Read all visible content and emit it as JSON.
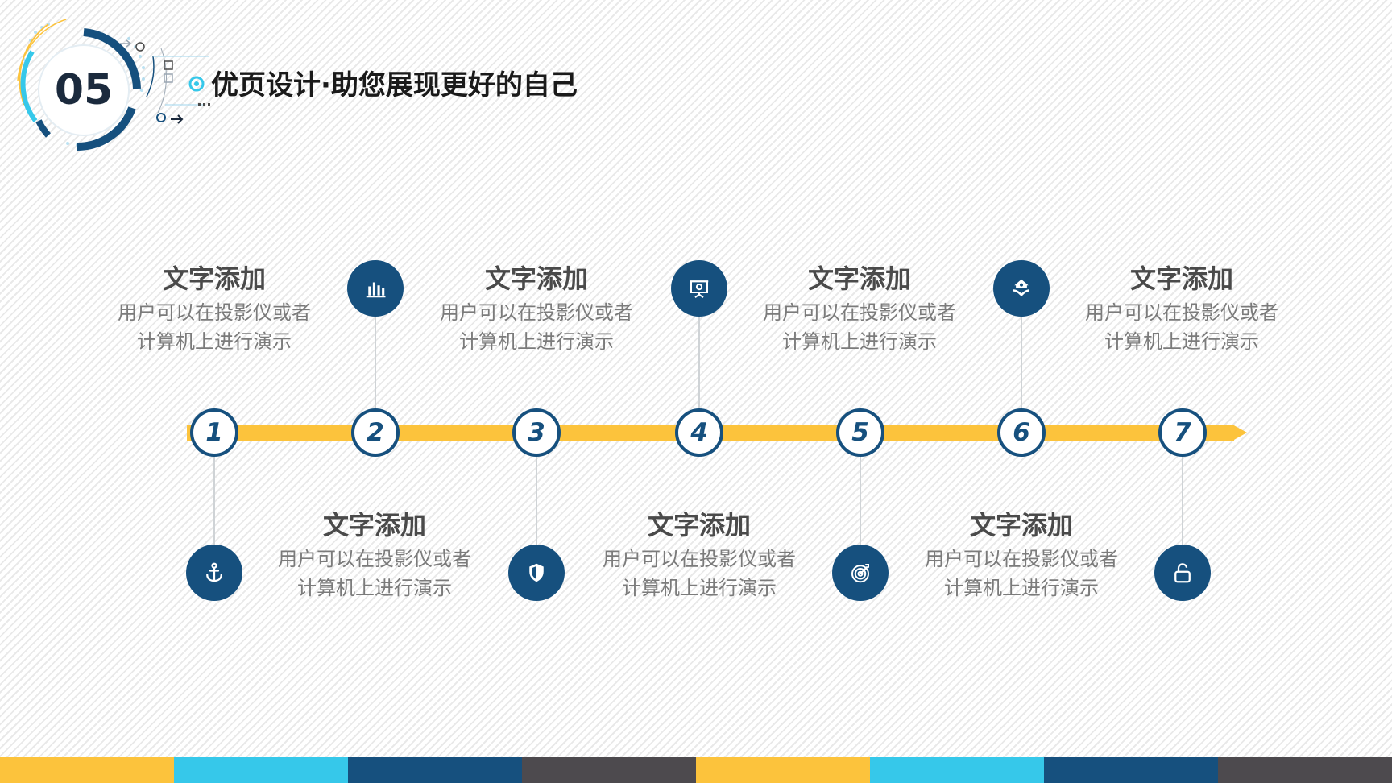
{
  "header": {
    "badge_number": "05",
    "title": "优页设计·助您展现更好的自己"
  },
  "colors": {
    "primary": "#16507e",
    "accent": "#fcc33c",
    "cyan": "#36c8ea",
    "dark": "#4a4a4a"
  },
  "steps": [
    "1",
    "2",
    "3",
    "4",
    "5",
    "6",
    "7"
  ],
  "items": [
    {
      "position": "top",
      "title": "文字添加",
      "desc_line1": "用户可以在投影仪或者",
      "desc_line2": "计算机上进行演示",
      "icon": ""
    },
    {
      "position": "bottom",
      "title": "文字添加",
      "desc_line1": "用户可以在投影仪或者",
      "desc_line2": "计算机上进行演示",
      "icon": "anchor-icon"
    },
    {
      "position": "top",
      "title": "文字添加",
      "desc_line1": "用户可以在投影仪或者",
      "desc_line2": "计算机上进行演示",
      "icon": "bar-chart-icon"
    },
    {
      "position": "bottom",
      "title": "文字添加",
      "desc_line1": "用户可以在投影仪或者",
      "desc_line2": "计算机上进行演示",
      "icon": "shield-icon"
    },
    {
      "position": "top",
      "title": "文字添加",
      "desc_line1": "用户可以在投影仪或者",
      "desc_line2": "计算机上进行演示",
      "icon": "presentation-icon"
    },
    {
      "position": "bottom",
      "title": "文字添加",
      "desc_line1": "用户可以在投影仪或者",
      "desc_line2": "计算机上进行演示",
      "icon": "target-icon"
    },
    {
      "position": "top",
      "title": "文字添加",
      "desc_line1": "用户可以在投影仪或者",
      "desc_line2": "计算机上进行演示",
      "icon": "hand-home-icon"
    },
    {
      "position": "bottom",
      "title": "",
      "desc_line1": "",
      "desc_line2": "",
      "icon": "unlock-icon"
    }
  ],
  "bottom_band_colors": [
    "#fcc33c",
    "#36c8ea",
    "#16507e",
    "#4d4a4e",
    "#fcc33c",
    "#36c8ea",
    "#16507e",
    "#4d4a4e"
  ]
}
